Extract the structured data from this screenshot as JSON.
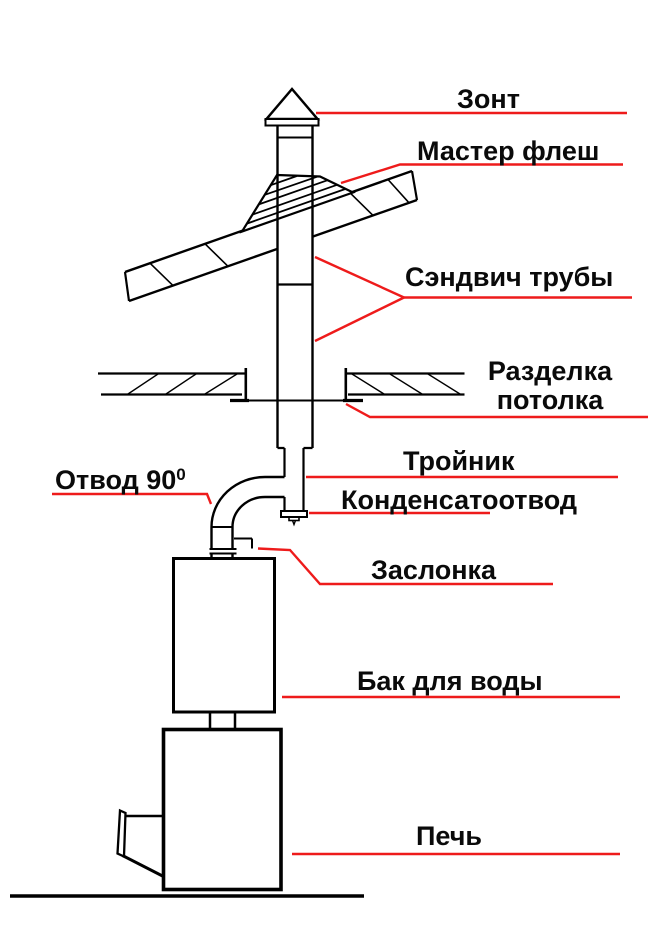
{
  "figure": {
    "background_color": "#ffffff",
    "line_color": "#000000",
    "pointer_color": "#ee1b1b",
    "text_color": "#0a0a0a"
  },
  "labels": {
    "cap": "Зонт",
    "master_flash": "Мастер флеш",
    "sandwich_pipes": "Сэндвич трубы",
    "ceiling_cutout_line1": "Разделка",
    "ceiling_cutout_line2": "потолка",
    "tee": "Тройник",
    "condensate_drain": "Конденсатоотвод",
    "elbow_prefix": "Отвод 90",
    "elbow_sup": "0",
    "damper": "Заслонка",
    "water_tank": "Бак для воды",
    "stove": "Печь"
  }
}
